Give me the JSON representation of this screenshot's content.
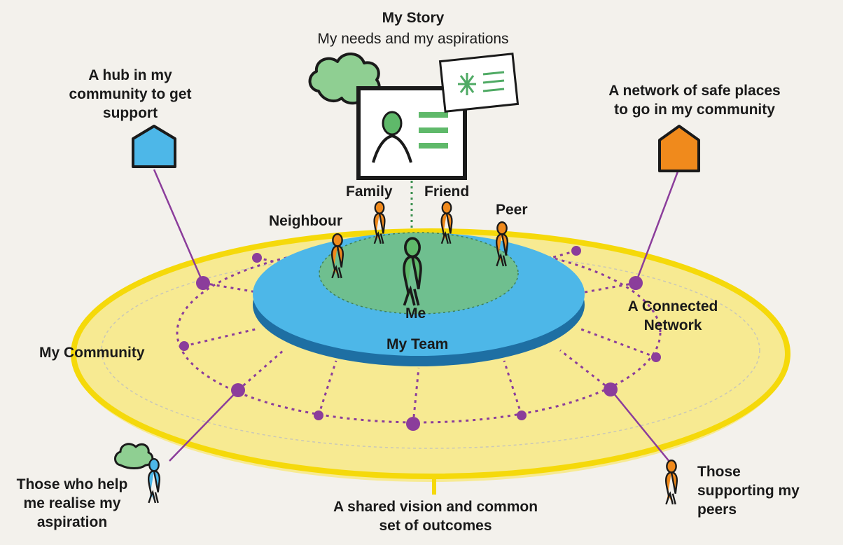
{
  "story": {
    "title": "My Story",
    "subtitle": "My needs and my aspirations"
  },
  "labels": {
    "hub": "A hub in my\ncommunity to get\nsupport",
    "safe_places": "A network of safe places\nto go in my community",
    "family": "Family",
    "friend": "Friend",
    "neighbour": "Neighbour",
    "peer": "Peer",
    "me": "Me",
    "my_team": "My Team",
    "my_community": "My Community",
    "connected_network": "A Connected\nNetwork",
    "helpers": "Those who help\nme realise my\naspiration",
    "shared_vision": "A shared vision and common\nset of outcomes",
    "peer_supporters": "Those\nsupporting my\npeers"
  },
  "icons": {
    "hub_house": "house-icon",
    "safe_place_house": "house-icon",
    "thought_cloud": "cloud-icon",
    "story_board": "profile-card-icon",
    "aspiration_card": "plan-card-icon",
    "person": "person-icon"
  },
  "colors": {
    "community_yellow": "#f7e98d",
    "ring_yellow": "#f5d90a",
    "team_blue": "#4db7e8",
    "team_green": "#6fbf8f",
    "network_purple": "#8b3d9b",
    "person_orange": "#f08a1c",
    "me_green": "#5fb96a",
    "hub_blue": "#4db7e8",
    "safe_place_orange": "#f08a1c",
    "cloud_green": "#8fcf92"
  }
}
